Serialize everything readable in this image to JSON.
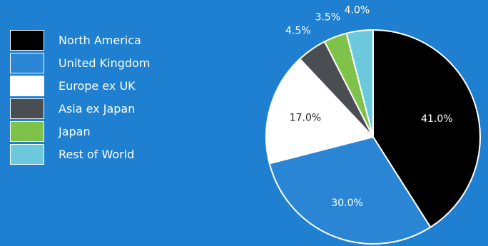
{
  "chart_data": {
    "type": "pie",
    "title": "",
    "legend_position": "left",
    "slices": [
      {
        "name": "North America",
        "value": 41.0,
        "label": "41.0%",
        "color": "#000000",
        "label_color": "#ffffff"
      },
      {
        "name": "United Kingdom",
        "value": 30.0,
        "label": "30.0%",
        "color": "#2a86d4",
        "label_color": "#ffffff"
      },
      {
        "name": "Europe ex UK",
        "value": 17.0,
        "label": "17.0%",
        "color": "#ffffff",
        "label_color": "#222222"
      },
      {
        "name": "Asia ex Japan",
        "value": 4.5,
        "label": "4.5%",
        "color": "#4a4d52",
        "label_color": "#ffffff"
      },
      {
        "name": "Japan",
        "value": 3.5,
        "label": "3.5%",
        "color": "#7ec24a",
        "label_color": "#ffffff"
      },
      {
        "name": "Rest of World",
        "value": 4.0,
        "label": "4.0%",
        "color": "#6cc9dd",
        "label_color": "#ffffff"
      }
    ],
    "background_color": "#1f7fd1",
    "slice_border_color": "#ffffff"
  }
}
